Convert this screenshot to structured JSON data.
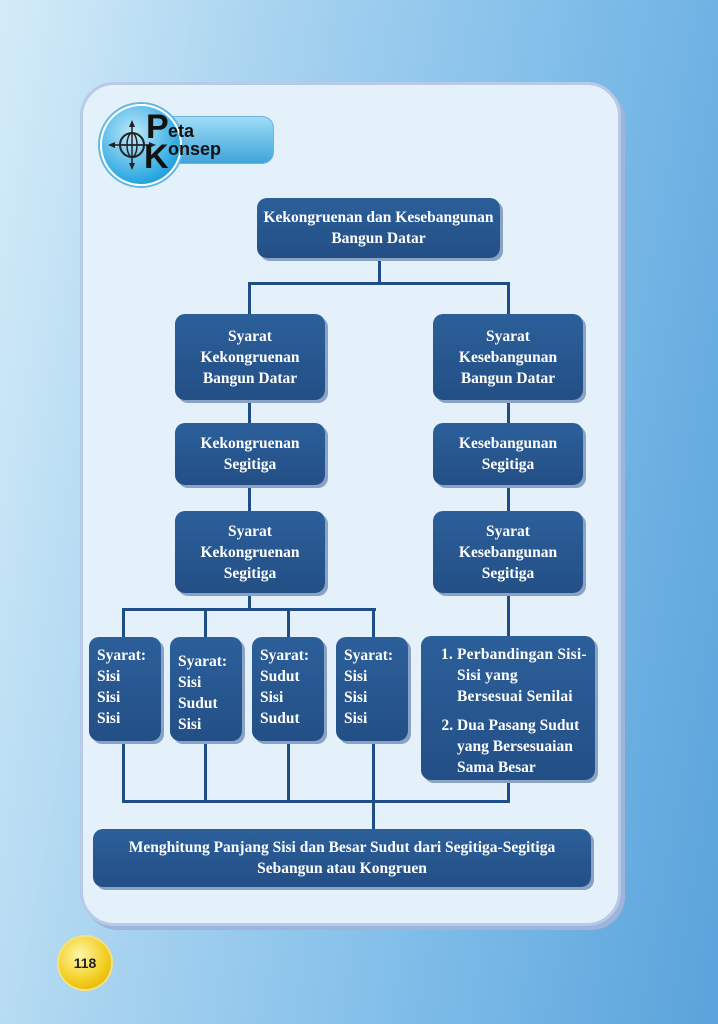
{
  "badge": {
    "p_letter": "P",
    "p_rest": "eta",
    "k_letter": "K",
    "k_rest": "onsep"
  },
  "nodes": {
    "root": "Kekongruenan dan Kesebangunan Bangun Datar",
    "cong_req": "Syarat Kekongruenan Bangun Datar",
    "sim_req": "Syarat Kesebangunan Bangun Datar",
    "cong_tri": "Kekongruenan Segitiga",
    "sim_tri": "Kesebangunan Segitiga",
    "cong_tri_req": "Syarat Kekongruenan Segitiga",
    "sim_tri_req": "Syarat Kesebangunan Segitiga",
    "bottom": "Menghitung Panjang Sisi dan Besar Sudut dari Segitiga-Segitiga Sebangun atau Kongruen"
  },
  "cong_conditions": [
    {
      "title": "Syarat:",
      "lines": [
        "Sisi",
        "Sisi",
        "Sisi"
      ]
    },
    {
      "title": "Syarat:",
      "lines": [
        "Sisi",
        "Sudut",
        "Sisi"
      ]
    },
    {
      "title": "Syarat:",
      "lines": [
        "Sudut",
        "Sisi",
        "Sudut"
      ]
    },
    {
      "title": "Syarat:",
      "lines": [
        "Sisi",
        "Sisi",
        "Sisi"
      ]
    }
  ],
  "sim_conditions": [
    "Perbandingan Sisi-Sisi yang Bersesuai Senilai",
    "Dua Pasang Sudut yang Bersesuaian Sama Besar"
  ],
  "page_number": "118"
}
